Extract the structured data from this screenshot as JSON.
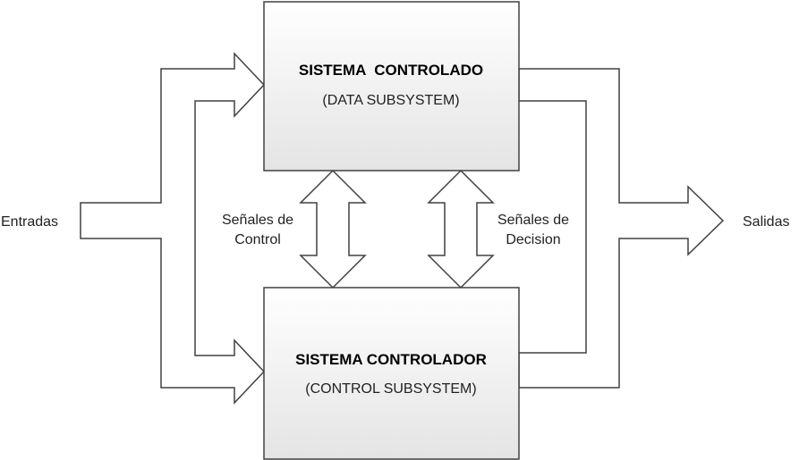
{
  "blocks": {
    "controlado": {
      "title": "SISTEMA  CONTROLADO",
      "subtitle": "(DATA SUBSYSTEM)"
    },
    "controlador": {
      "title": "SISTEMA CONTROLADOR",
      "subtitle": "(CONTROL SUBSYSTEM)"
    }
  },
  "labels": {
    "inputs": "Entradas",
    "outputs": "Salidas",
    "control_signals_line1": "Señales de",
    "control_signals_line2": "Control",
    "decision_signals_line1": "Señales de",
    "decision_signals_line2": "Decision"
  },
  "colors": {
    "stroke": "#404040",
    "box_fill_top": "#ffffff",
    "box_fill_bottom": "#e4e4e4",
    "arrow_fill": "#ffffff"
  }
}
